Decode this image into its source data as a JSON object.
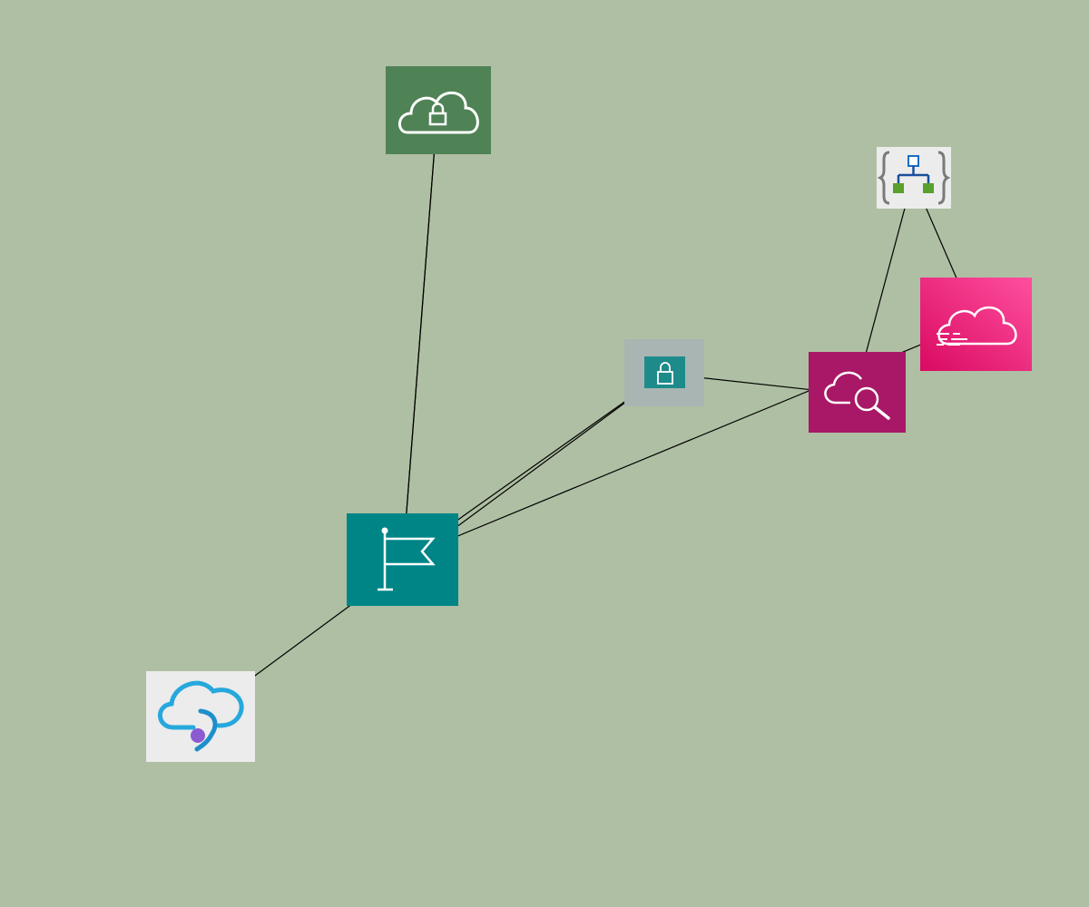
{
  "diagram": {
    "background": "#afbfa3",
    "edge_color": "#000000",
    "nodes": [
      {
        "id": "cloud-lock",
        "icon": "cloud-lock-icon",
        "color": "#4f8255"
      },
      {
        "id": "template",
        "icon": "template-hierarchy-icon",
        "color": "#ececec"
      },
      {
        "id": "cloud-stream",
        "icon": "cloud-stream-icon",
        "color": "#f0287a"
      },
      {
        "id": "lock-small",
        "icon": "padlock-icon",
        "color": "#1e8b8b"
      },
      {
        "id": "cloud-search",
        "icon": "cloud-search-icon",
        "color": "#a81866"
      },
      {
        "id": "flag",
        "icon": "flag-icon",
        "color": "#008587"
      },
      {
        "id": "cloud-purple",
        "icon": "cloud-service-icon",
        "color": "#ececec"
      }
    ],
    "edges": [
      {
        "from": "flag",
        "to": "cloud-lock"
      },
      {
        "from": "cloud-lock",
        "to": "flag"
      },
      {
        "from": "flag",
        "to": "lock-small"
      },
      {
        "from": "cloud-purple",
        "to": "lock-small"
      },
      {
        "from": "flag",
        "to": "cloud-stream"
      },
      {
        "from": "lock-small",
        "to": "cloud-search"
      },
      {
        "from": "cloud-search",
        "to": "template"
      },
      {
        "from": "template",
        "to": "cloud-stream"
      }
    ]
  }
}
